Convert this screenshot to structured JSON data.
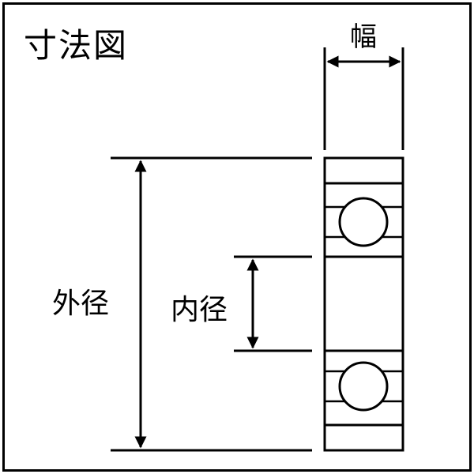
{
  "title": "寸法図",
  "labels": {
    "width": "幅",
    "outer_diameter": "外径",
    "inner_diameter": "内径"
  },
  "colors": {
    "line": "#000000",
    "background": "#ffffff"
  }
}
